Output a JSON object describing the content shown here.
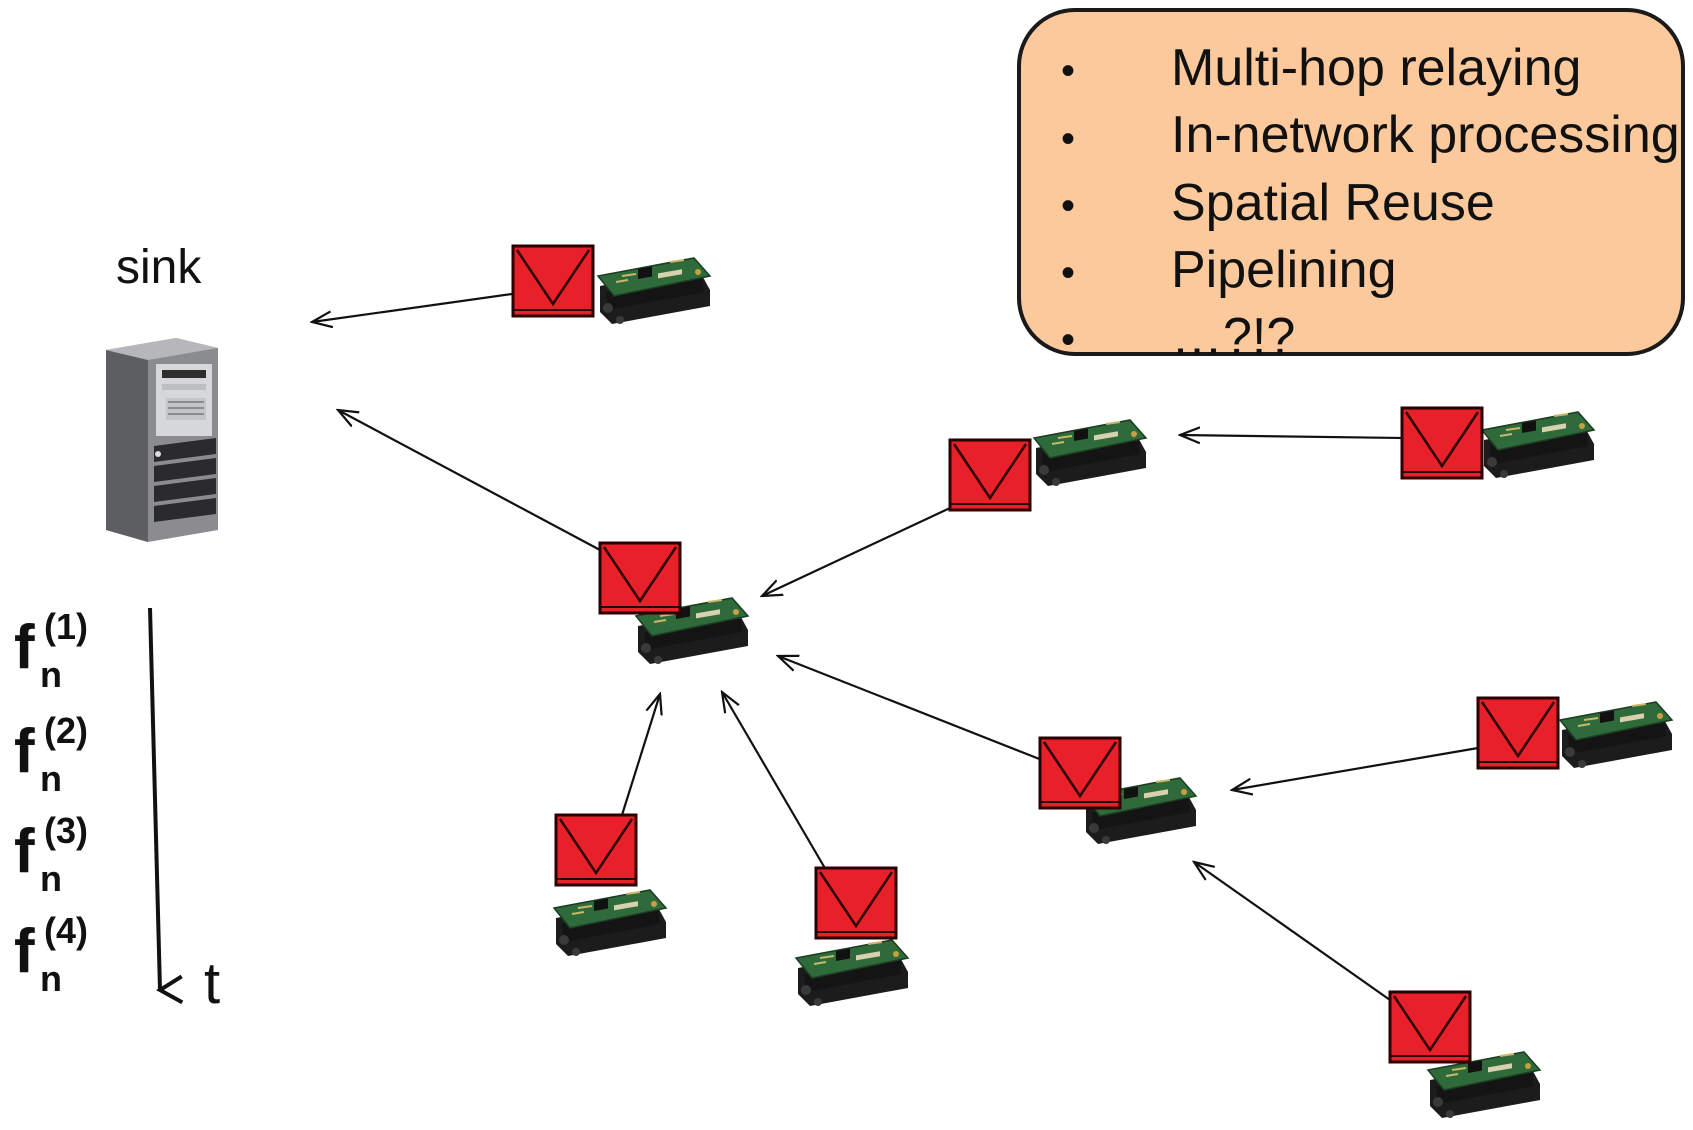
{
  "sink": {
    "label": "sink"
  },
  "callout": {
    "bullet": "•",
    "items": [
      "Multi-hop relaying",
      "In-network processing",
      "Spatial Reuse",
      "Pipelining",
      "…?!?"
    ]
  },
  "frames": [
    {
      "base": "f",
      "sub": "n",
      "sup": "(1)"
    },
    {
      "base": "f",
      "sub": "n",
      "sup": "(2)"
    },
    {
      "base": "f",
      "sub": "n",
      "sup": "(3)"
    },
    {
      "base": "f",
      "sub": "n",
      "sup": "(4)"
    }
  ],
  "time_axis": {
    "label": "t"
  },
  "colors": {
    "envelope_fill": "#e8202a",
    "envelope_stroke": "#3a0000",
    "callout_fill": "#fbc99b",
    "board_green": "#2f6b3a",
    "battery_black": "#1c1c1c"
  },
  "icons": {
    "node": "sensor-mote-icon",
    "message": "envelope-icon",
    "sink": "server-tower-icon"
  }
}
